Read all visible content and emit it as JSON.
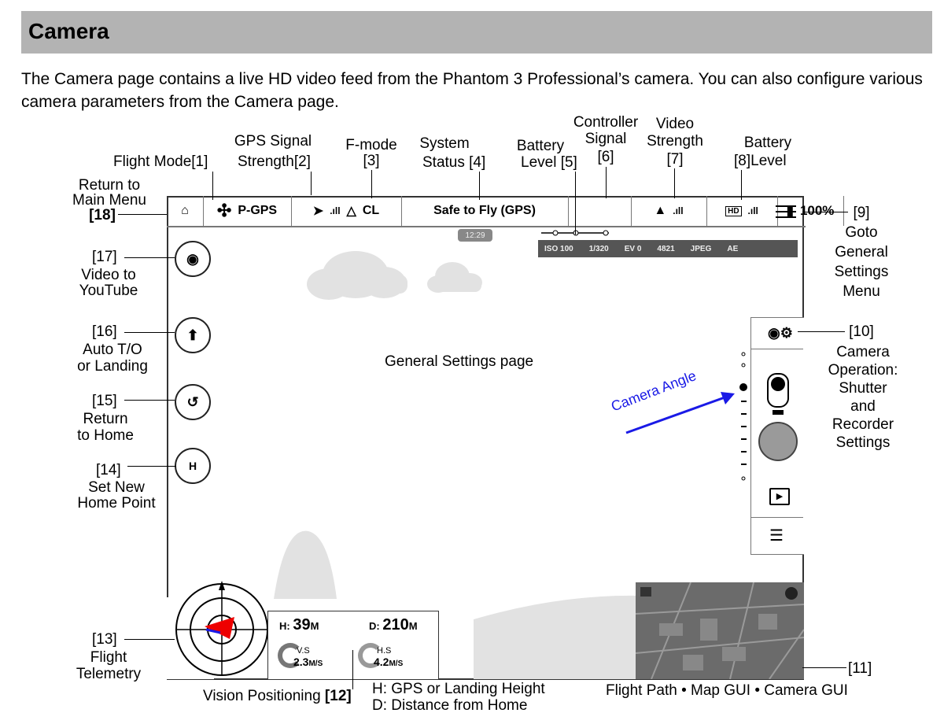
{
  "header": {
    "title": "Camera"
  },
  "intro": "The Camera page contains a live HD video feed from the Phantom 3 Professional’s camera. You can also configure various camera parameters from the Camera page.",
  "labels": {
    "flight_mode": "Flight Mode",
    "flight_mode_num": "[1]",
    "gps_l1": "GPS Signal",
    "gps_l2": "Strength",
    "gps_num": "[2]",
    "fmode": "F-mode",
    "fmode_num": "[3]",
    "sys_l1": "System",
    "sys_l2": "Status",
    "sys_num": "[4]",
    "bat_l1": "Battery",
    "bat_l2": "Level",
    "bat_num": "[5]",
    "ctrl_l1": "Controller",
    "ctrl_l2": "Signal",
    "ctrl_num": "[6]",
    "vid_l1": "Video",
    "vid_l2": "Strength",
    "vid_num": "[7]",
    "bat8_l1": "Battery",
    "bat8_num": "[8]",
    "bat8_l2": "Level",
    "ret_l1": "Return to",
    "ret_l2": "Main Menu",
    "ret_num": "[18]",
    "goto_num": "[9]",
    "goto_l1": "Goto",
    "goto_l2": "General",
    "goto_l3": "Settings",
    "goto_l4": "Menu",
    "yt_num": "[17]",
    "yt_l1": "Video to",
    "yt_l2": "YouTube",
    "to_num": "[16]",
    "to_l1": "Auto T/O",
    "to_l2": "or Landing",
    "rth_num": "[15]",
    "rth_l1": "Return",
    "rth_l2": "to Home",
    "home_num": "[14]",
    "home_l1": "Set New",
    "home_l2": "Home Point",
    "tele_num": "[13]",
    "tele_l1": "Flight",
    "tele_l2": "Telemetry",
    "cam_num": "[10]",
    "cam_l1": "Camera",
    "cam_l2": "Operation:",
    "cam_l3": "Shutter",
    "cam_l4": "and",
    "cam_l5": "Recorder",
    "cam_l6": "Settings",
    "map_num": "[11]",
    "map_l1": "Flight Path • Map GUI • Camera GUI",
    "vp": "Vision Positioning",
    "vp_num": "[12]",
    "h_desc": "H: GPS or Landing Height",
    "d_desc": "D: Distance from Home",
    "general_settings": "General Settings page",
    "camera_angle": "Camera Angle"
  },
  "topbar": {
    "mode": "P-GPS",
    "fmode": "CL",
    "status": "Safe to Fly (GPS)",
    "battery": "100%"
  },
  "time": "12:29",
  "camera_params": {
    "iso": "ISO 100",
    "shutter": "1/320",
    "ev": "EV 0",
    "count": "4821",
    "format": "JPEG",
    "ae": "AE"
  },
  "telemetry": {
    "h_label": "H:",
    "h_val": "39",
    "h_unit": "M",
    "d_label": "D:",
    "d_val": "210",
    "d_unit": "M",
    "vs_label": "V.S",
    "vs_val": "2.3",
    "vs_unit": "M/S",
    "hs_label": "H.S",
    "hs_val": "4.2",
    "hs_unit": "M/S"
  },
  "icons": [
    "home-icon",
    "drone-icon",
    "satellite-icon",
    "signal-bars-icon",
    "controller-icon",
    "hd-icon",
    "battery-icon",
    "menu-icon",
    "youtube-icon",
    "takeoff-icon",
    "return-home-icon",
    "home-point-icon",
    "camera-settings-icon",
    "shutter-icon",
    "play-icon",
    "sliders-icon",
    "compass-icon",
    "map-icon"
  ]
}
